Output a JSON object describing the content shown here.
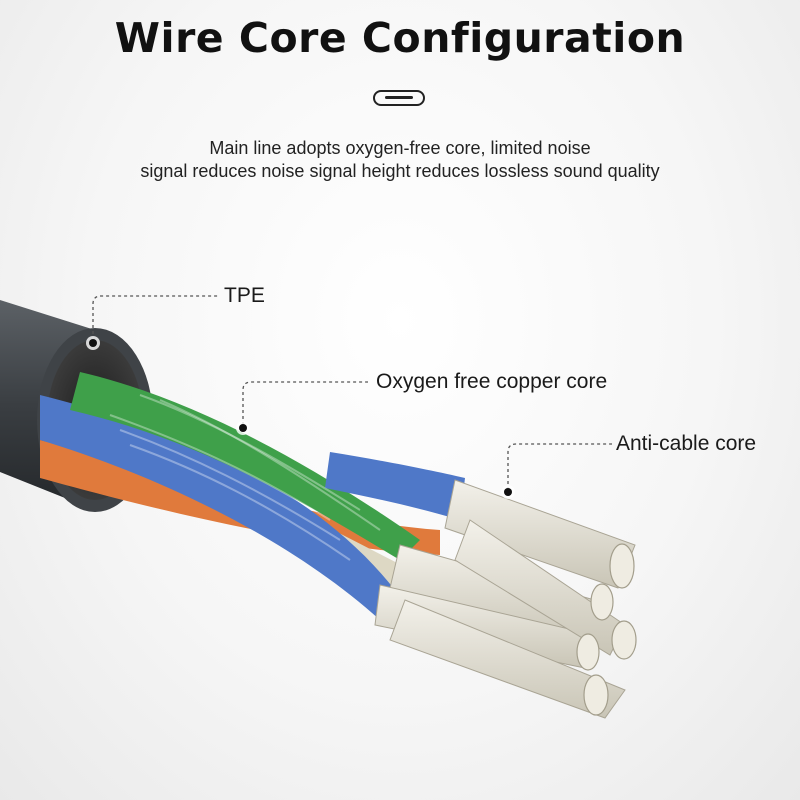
{
  "header": {
    "title": "Wire Core Configuration",
    "description_line1": "Main line adopts oxygen-free core, limited noise",
    "description_line2": "signal reduces noise signal height reduces lossless sound quality"
  },
  "callouts": {
    "tpe": "TPE",
    "oxygen_free_copper_core": "Oxygen free copper core",
    "anti_cable_core": "Anti-cable core"
  },
  "colors": {
    "jacket": "#3a3e42",
    "orange_core": "#e07a3c",
    "blue_core": "#4f78c8",
    "green_core": "#3fa04a",
    "cream_core": "#ddd8c4",
    "strand": "#e6e3d8"
  }
}
